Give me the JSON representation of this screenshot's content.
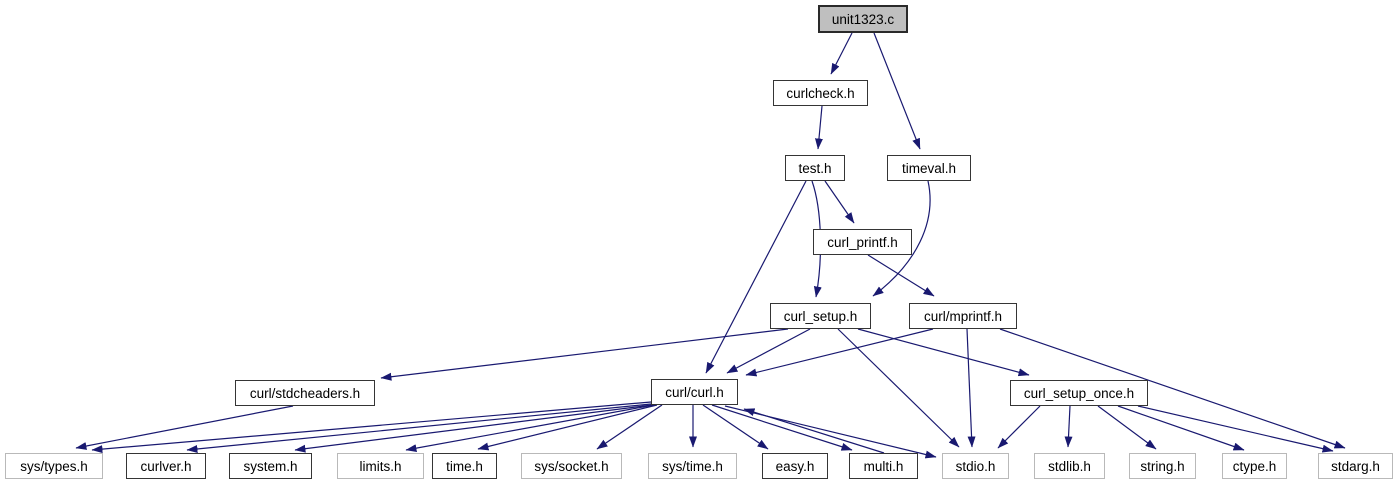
{
  "diagram": {
    "type": "include-dependency-graph",
    "edge_color": "#191970",
    "node_fill": "#ffffff",
    "highlight_fill": "#bfbfbf",
    "dark_border": "#353535",
    "gray_border": "#b9b9b9",
    "nodes": [
      {
        "label": "unit1323.c",
        "kind": "source-highlighted"
      },
      {
        "label": "curlcheck.h",
        "kind": "linked"
      },
      {
        "label": "timeval.h",
        "kind": "linked"
      },
      {
        "label": "test.h",
        "kind": "linked"
      },
      {
        "label": "curl_printf.h",
        "kind": "linked"
      },
      {
        "label": "curl_setup.h",
        "kind": "linked"
      },
      {
        "label": "curl/mprintf.h",
        "kind": "linked"
      },
      {
        "label": "curl/stdcheaders.h",
        "kind": "linked"
      },
      {
        "label": "curl/curl.h",
        "kind": "linked"
      },
      {
        "label": "curl_setup_once.h",
        "kind": "linked"
      },
      {
        "label": "sys/types.h",
        "kind": "system"
      },
      {
        "label": "curlver.h",
        "kind": "linked"
      },
      {
        "label": "system.h",
        "kind": "linked"
      },
      {
        "label": "limits.h",
        "kind": "system"
      },
      {
        "label": "time.h",
        "kind": "linked"
      },
      {
        "label": "sys/socket.h",
        "kind": "system"
      },
      {
        "label": "sys/time.h",
        "kind": "system"
      },
      {
        "label": "easy.h",
        "kind": "linked"
      },
      {
        "label": "multi.h",
        "kind": "linked"
      },
      {
        "label": "stdio.h",
        "kind": "system"
      },
      {
        "label": "stdlib.h",
        "kind": "system"
      },
      {
        "label": "string.h",
        "kind": "system"
      },
      {
        "label": "ctype.h",
        "kind": "system"
      },
      {
        "label": "stdarg.h",
        "kind": "system"
      }
    ],
    "edges": [
      {
        "from": "unit1323.c",
        "to": "curlcheck.h"
      },
      {
        "from": "unit1323.c",
        "to": "timeval.h"
      },
      {
        "from": "curlcheck.h",
        "to": "test.h"
      },
      {
        "from": "test.h",
        "to": "curl_printf.h"
      },
      {
        "from": "test.h",
        "to": "curl_setup.h"
      },
      {
        "from": "test.h",
        "to": "curl/curl.h"
      },
      {
        "from": "timeval.h",
        "to": "curl_setup.h"
      },
      {
        "from": "curl_printf.h",
        "to": "curl/mprintf.h"
      },
      {
        "from": "curl_setup.h",
        "to": "curl/stdcheaders.h"
      },
      {
        "from": "curl_setup.h",
        "to": "curl/curl.h"
      },
      {
        "from": "curl_setup.h",
        "to": "stdio.h"
      },
      {
        "from": "curl_setup.h",
        "to": "curl_setup_once.h"
      },
      {
        "from": "curl/mprintf.h",
        "to": "curl/curl.h"
      },
      {
        "from": "curl/mprintf.h",
        "to": "stdio.h"
      },
      {
        "from": "curl/mprintf.h",
        "to": "stdarg.h"
      },
      {
        "from": "curl/stdcheaders.h",
        "to": "sys/types.h"
      },
      {
        "from": "curl/curl.h",
        "to": "sys/types.h"
      },
      {
        "from": "curl/curl.h",
        "to": "curlver.h"
      },
      {
        "from": "curl/curl.h",
        "to": "system.h"
      },
      {
        "from": "curl/curl.h",
        "to": "limits.h"
      },
      {
        "from": "curl/curl.h",
        "to": "time.h"
      },
      {
        "from": "curl/curl.h",
        "to": "sys/socket.h"
      },
      {
        "from": "curl/curl.h",
        "to": "sys/time.h"
      },
      {
        "from": "curl/curl.h",
        "to": "easy.h"
      },
      {
        "from": "curl/curl.h",
        "to": "multi.h"
      },
      {
        "from": "curl/curl.h",
        "to": "stdio.h"
      },
      {
        "from": "multi.h",
        "to": "curl/curl.h"
      },
      {
        "from": "curl_setup_once.h",
        "to": "stdio.h"
      },
      {
        "from": "curl_setup_once.h",
        "to": "stdlib.h"
      },
      {
        "from": "curl_setup_once.h",
        "to": "string.h"
      },
      {
        "from": "curl_setup_once.h",
        "to": "ctype.h"
      },
      {
        "from": "curl_setup_once.h",
        "to": "stdarg.h"
      }
    ]
  }
}
